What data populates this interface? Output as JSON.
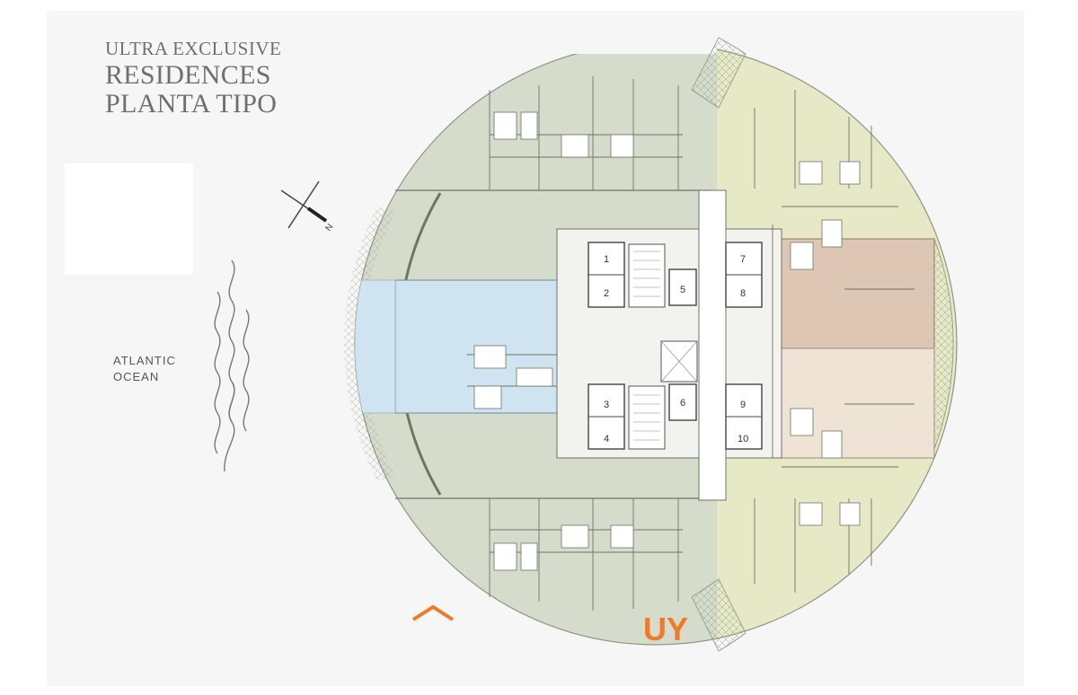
{
  "title": {
    "line1": "ULTRA EXCLUSIVE",
    "line2": "RESIDENCES",
    "line3": "PLANTA TIPO"
  },
  "ocean_label": {
    "line1": "ATLANTIC",
    "line2": "OCEAN"
  },
  "compass": {
    "north_label": "N"
  },
  "elevators": [
    "1",
    "2",
    "3",
    "4",
    "5",
    "6",
    "7",
    "8",
    "9",
    "10"
  ],
  "watermark": {
    "suffix": "UY"
  },
  "colors": {
    "unit_green": "#d6dccb",
    "unit_yellow": "#e6e8c6",
    "unit_blue": "#cfe3f0",
    "unit_brown": "#ddc7b4",
    "unit_peach": "#efe3d5",
    "watermark_orange": "#f07a28"
  }
}
